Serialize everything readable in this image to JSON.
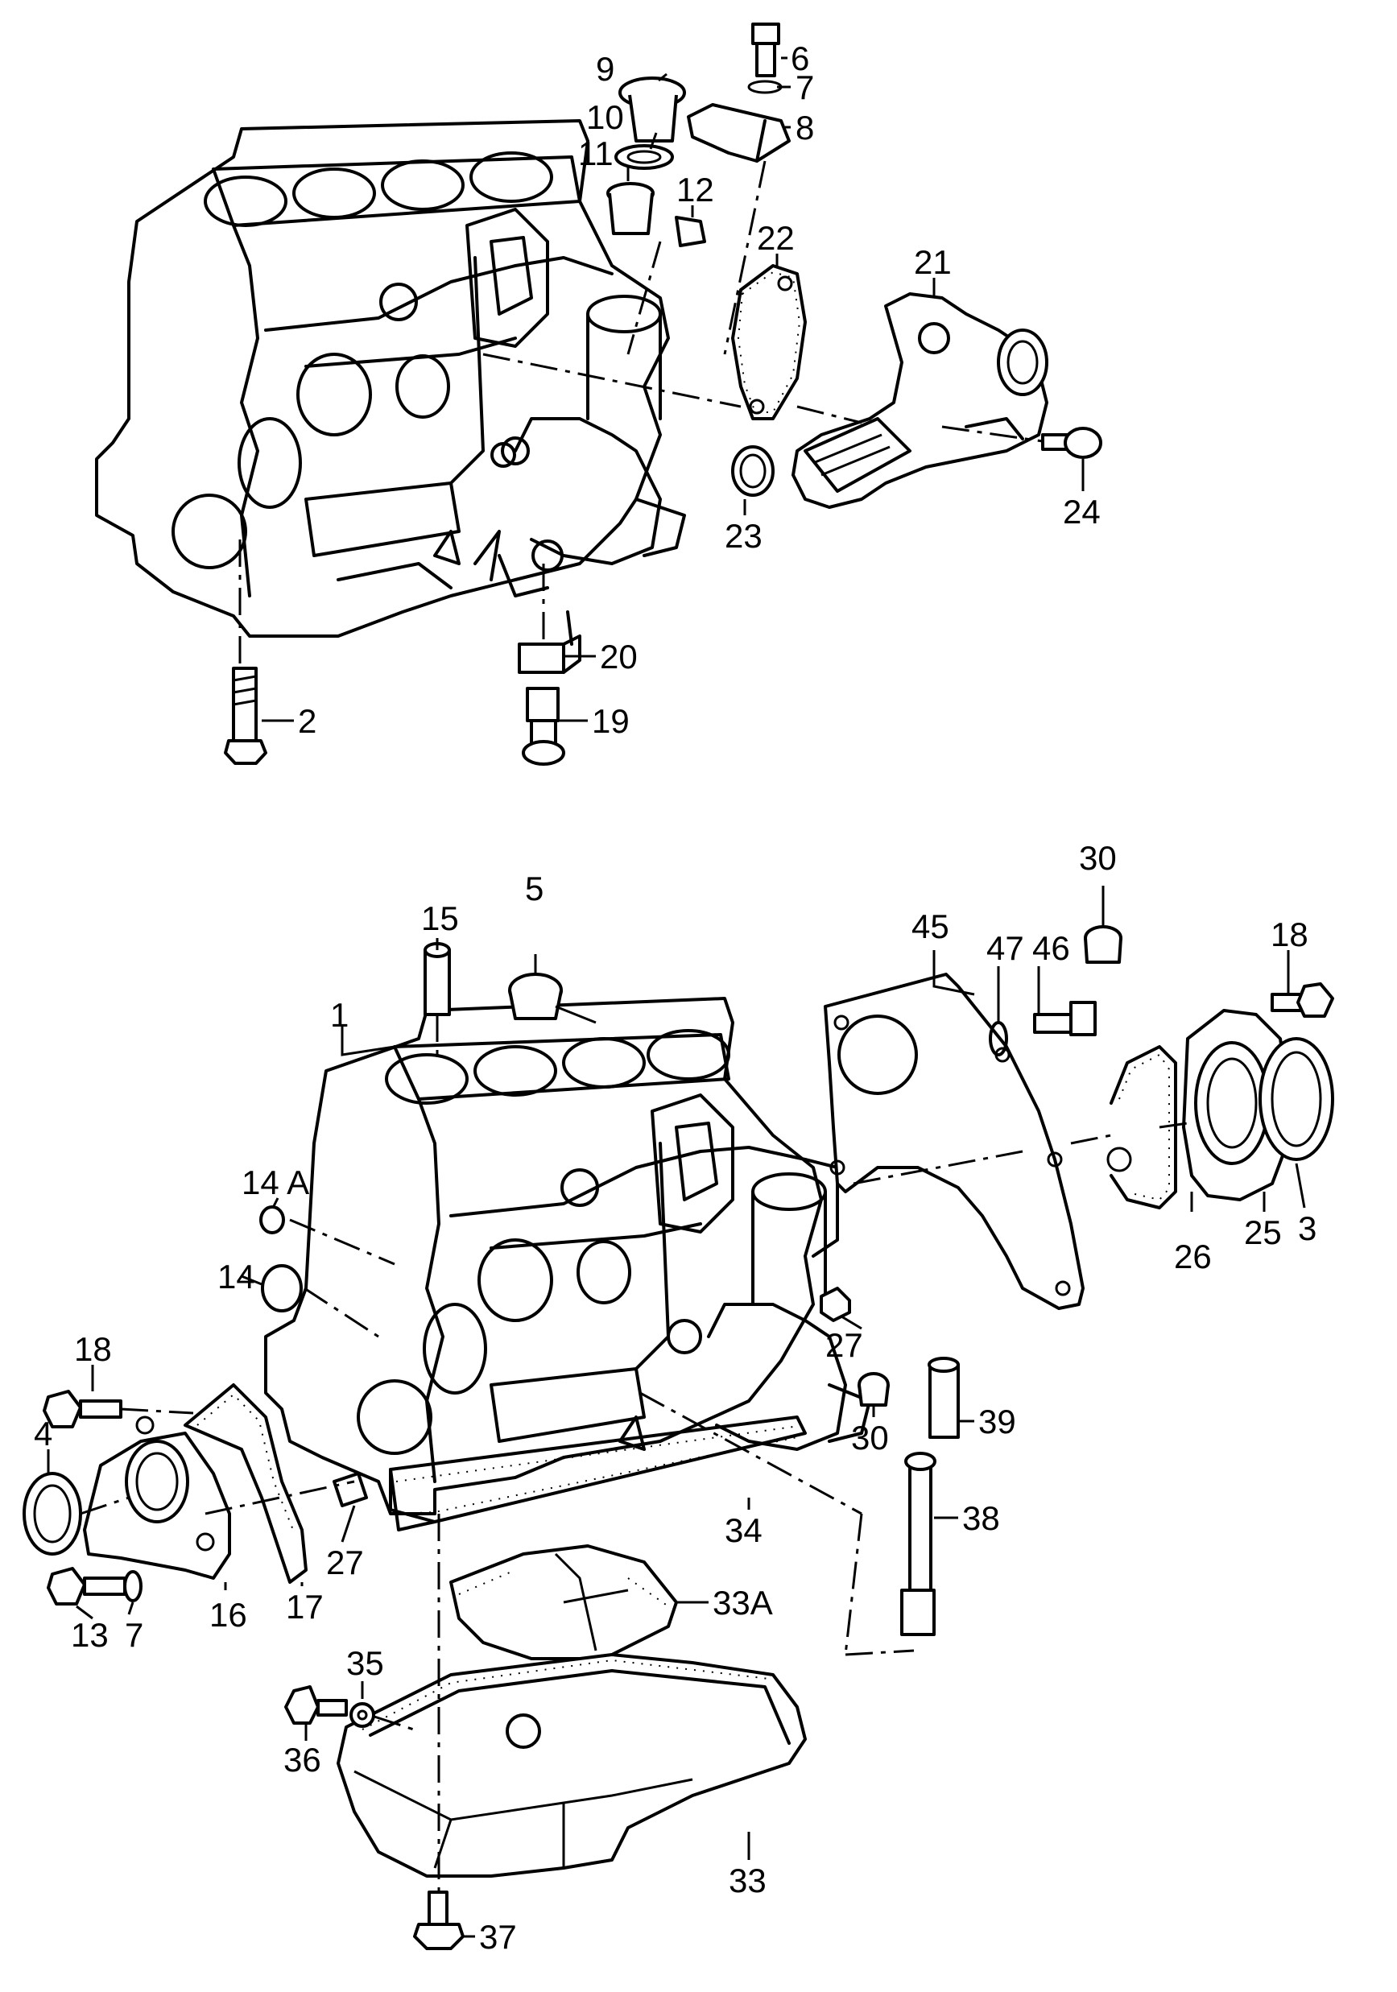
{
  "callouts": [
    {
      "id": "1",
      "text": "1"
    },
    {
      "id": "2",
      "text": "2"
    },
    {
      "id": "3",
      "text": "3"
    },
    {
      "id": "4",
      "text": "4"
    },
    {
      "id": "5",
      "text": "5"
    },
    {
      "id": "6",
      "text": "6"
    },
    {
      "id": "7a",
      "text": "7"
    },
    {
      "id": "7b",
      "text": "7"
    },
    {
      "id": "8",
      "text": "8"
    },
    {
      "id": "9",
      "text": "9"
    },
    {
      "id": "10",
      "text": "10"
    },
    {
      "id": "11",
      "text": "11"
    },
    {
      "id": "12",
      "text": "12"
    },
    {
      "id": "13",
      "text": "13"
    },
    {
      "id": "14",
      "text": "14"
    },
    {
      "id": "14A",
      "text": "14 A"
    },
    {
      "id": "15",
      "text": "15"
    },
    {
      "id": "16",
      "text": "16"
    },
    {
      "id": "17",
      "text": "17"
    },
    {
      "id": "18a",
      "text": "18"
    },
    {
      "id": "18b",
      "text": "18"
    },
    {
      "id": "19",
      "text": "19"
    },
    {
      "id": "20",
      "text": "20"
    },
    {
      "id": "21",
      "text": "21"
    },
    {
      "id": "22",
      "text": "22"
    },
    {
      "id": "23",
      "text": "23"
    },
    {
      "id": "24",
      "text": "24"
    },
    {
      "id": "25",
      "text": "25"
    },
    {
      "id": "26",
      "text": "26"
    },
    {
      "id": "27a",
      "text": "27"
    },
    {
      "id": "27b",
      "text": "27"
    },
    {
      "id": "30a",
      "text": "30"
    },
    {
      "id": "30b",
      "text": "30"
    },
    {
      "id": "33",
      "text": "33"
    },
    {
      "id": "33A",
      "text": "33A"
    },
    {
      "id": "34",
      "text": "34"
    },
    {
      "id": "35",
      "text": "35"
    },
    {
      "id": "36",
      "text": "36"
    },
    {
      "id": "37",
      "text": "37"
    },
    {
      "id": "38",
      "text": "38"
    },
    {
      "id": "39",
      "text": "39"
    },
    {
      "id": "45",
      "text": "45"
    },
    {
      "id": "46",
      "text": "46"
    },
    {
      "id": "47",
      "text": "47"
    }
  ]
}
